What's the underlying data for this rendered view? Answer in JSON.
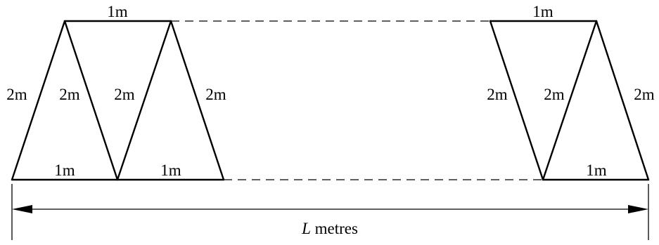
{
  "labels": {
    "top_left": "1m",
    "top_right": "1m",
    "bottom_1": "1m",
    "bottom_2": "1m",
    "bottom_right": "1m",
    "side_1": "2m",
    "side_2": "2m",
    "side_3": "2m",
    "side_4": "2m",
    "side_5": "2m",
    "side_6": "2m",
    "side_7": "2m",
    "length_var": "L",
    "length_unit": " metres"
  }
}
